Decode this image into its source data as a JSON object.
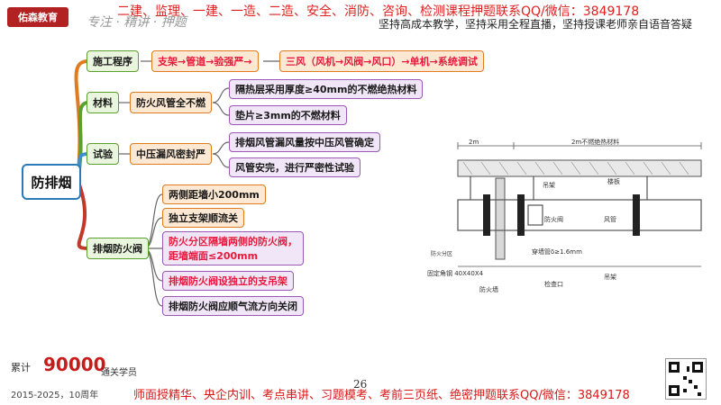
{
  "banner": {
    "logo": "佑森教育",
    "handwriting": "专注 · 精讲 · 押题",
    "red_line": "二建、监理、一建、一造、二造、安全、消防、咨询、检测课程押题联系QQ/微信：3849178",
    "black_line": "坚持高成本教学，坚持采用全程直播，坚持授课老师亲自语音答疑"
  },
  "mindmap": {
    "root": "防排烟",
    "branches": [
      {
        "label": "施工程序",
        "children": [
          {
            "label": "支架→管道→验强严→",
            "color": "red"
          },
          {
            "label": "三风（风机→风阀→风口）→单机→系统调试",
            "color": "red"
          }
        ]
      },
      {
        "label": "材料",
        "sub": "防火风管全不燃",
        "children": [
          {
            "label": "隔热层采用厚度≥40mm的不燃绝热材料"
          },
          {
            "label": "垫片≥3mm的不燃材料"
          }
        ]
      },
      {
        "label": "试验",
        "sub": "中压漏风密封严",
        "children": [
          {
            "label": "排烟风管漏风量按中压风管确定"
          },
          {
            "label": "风管安完，进行严密性试验"
          }
        ]
      },
      {
        "label": "排烟防火阀",
        "children": [
          {
            "label": "两侧距墙小200mm"
          },
          {
            "label": "独立支架顺流关"
          },
          {
            "label": "防火分区隔墙两侧的防火阀，",
            "line2": "距墙端面≤200mm",
            "color": "red"
          },
          {
            "label": "排烟防火阀设独立的支吊架",
            "color": "red"
          },
          {
            "label": "排烟防火阀应顺气流方向关闭"
          }
        ]
      }
    ]
  },
  "drawing": {
    "labels": {
      "d1": "2m",
      "d2": "2m不燃绝热材料",
      "slab": "楼板",
      "hanger": "吊架",
      "duct": "风管",
      "damper": "防火阀",
      "bolt": "穿墙管δ≥1.6mm",
      "angle": "固定角钢 40X40X4",
      "wall": "防火墙",
      "port": "检查口",
      "hanger2": "吊架",
      "small": "防火分区"
    }
  },
  "footer": {
    "count_prefix": "累计",
    "count_big": "90000",
    "count_suffix": "通关学员",
    "years": "2015-2025，10周年",
    "red_line": "师面授精华、央企内训、考点串讲、习题模考、考前三页纸、绝密押题联系QQ/微信：3849178",
    "page": "26"
  }
}
